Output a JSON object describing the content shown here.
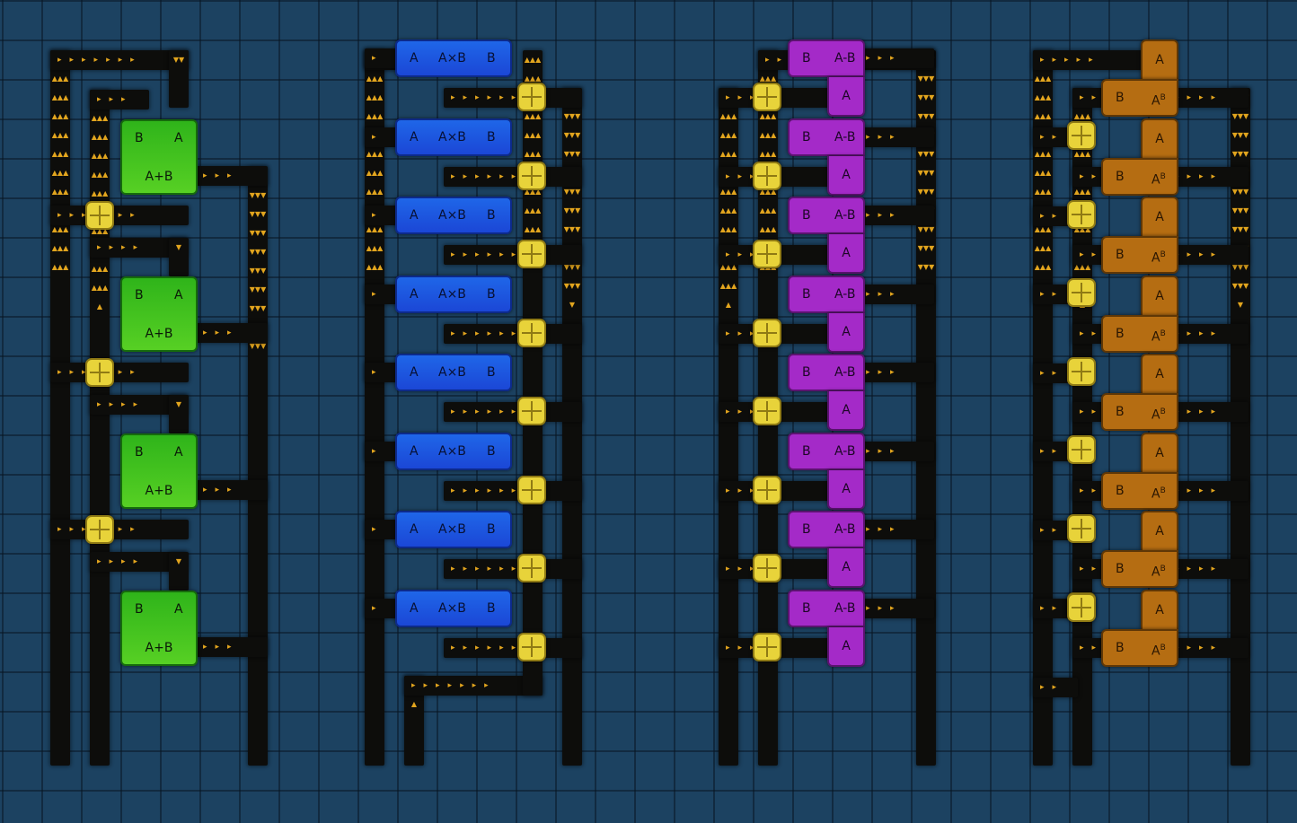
{
  "colors": {
    "background": "#1c4261",
    "track": "#0d0d0b",
    "arrow": "#e2a51e",
    "merger": "#e8d33a",
    "adder": "#3ec020",
    "multiplier": "#1f5ae0",
    "subtractor": "#a42ac8",
    "exponent": "#b56d12"
  },
  "icons": {
    "merger": "plus-junction-icon",
    "conveyor_arrow": "arrow-icon"
  },
  "blocks": {
    "adder": {
      "in_left": "B",
      "in_right": "A",
      "out": "A+B"
    },
    "multiplier": {
      "in_left": "A",
      "op": "A×B",
      "in_right": "B"
    },
    "subtractor": {
      "in_left": "B",
      "op": "A-B",
      "out": "A"
    },
    "exponent": {
      "in_top": "A",
      "in_left": "B",
      "op": "A",
      "op_sup": "B"
    }
  },
  "columns": [
    {
      "name": "adder-column",
      "block": "adder",
      "count": 4
    },
    {
      "name": "multiplier-column",
      "block": "multiplier",
      "count": 8
    },
    {
      "name": "subtractor-column",
      "block": "subtractor",
      "count": 8
    },
    {
      "name": "exponent-column",
      "block": "exponent",
      "count": 8
    }
  ]
}
